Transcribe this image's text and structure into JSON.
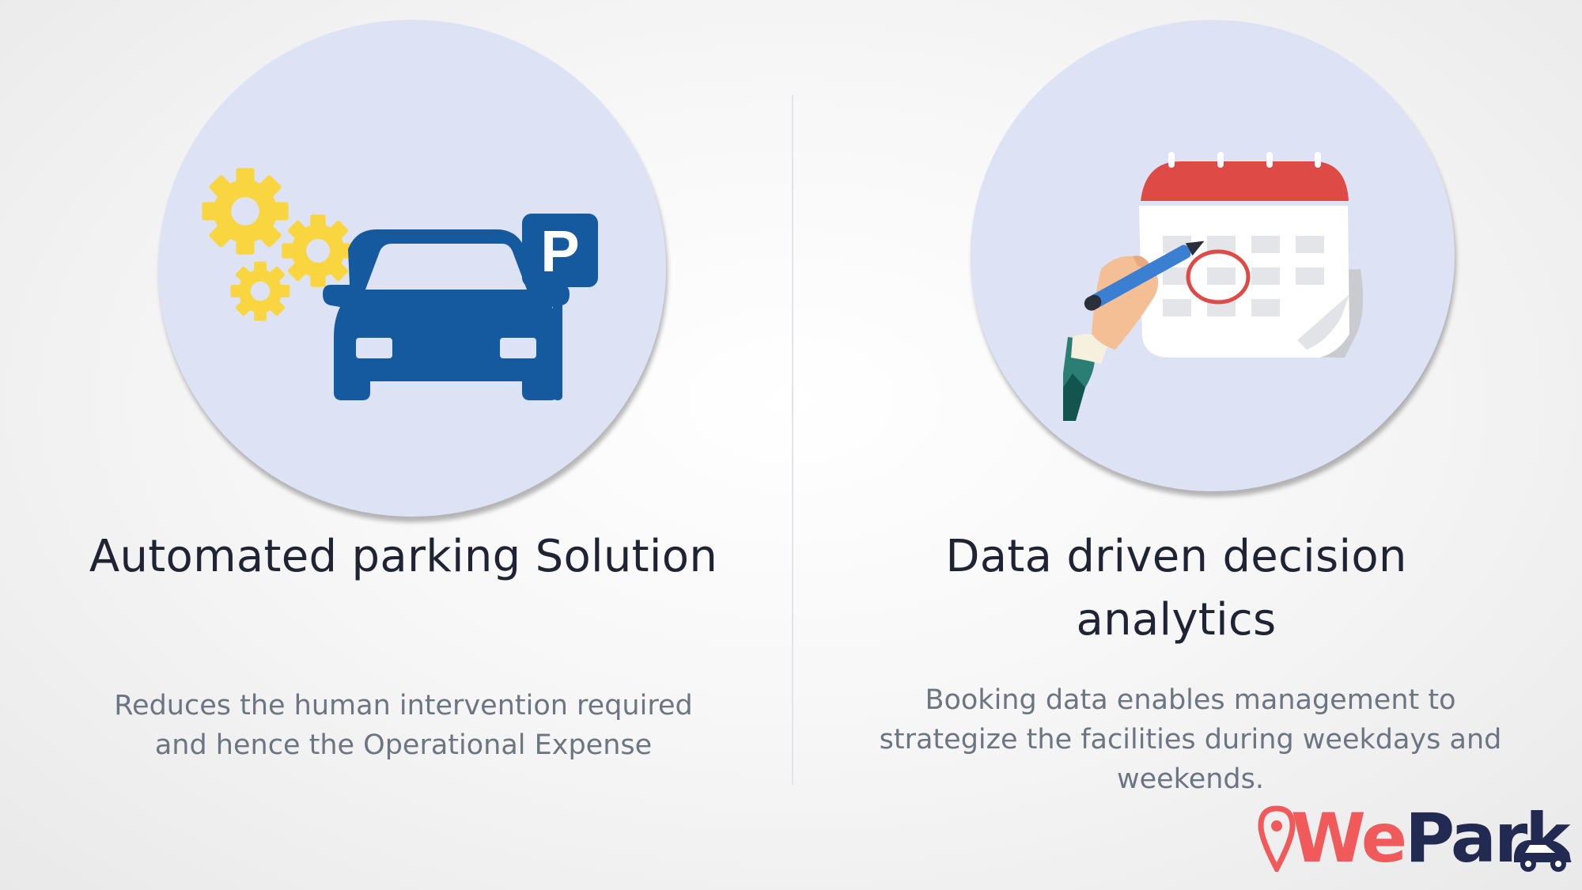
{
  "left": {
    "icon": "parking-automation-icon",
    "title": "Automated parking Solution",
    "description": [
      "Reduces the human intervention required",
      "and hence the Operational Expense"
    ]
  },
  "right": {
    "icon": "calendar-hand-icon",
    "title": [
      "Data driven decision",
      "analytics"
    ],
    "description": [
      "Booking data enables management to",
      "strategize the facilities during weekdays and",
      "weekends."
    ]
  },
  "logo": {
    "part1": "We",
    "part2": "Park",
    "colors": {
      "we": "#f05a5a",
      "park": "#232a52"
    }
  },
  "colors": {
    "circle": "#dde3f4",
    "gear": "#f9d63f",
    "car": "#155a9f",
    "calendar_header": "#de4a45",
    "pencil": "#3a7fd2"
  }
}
